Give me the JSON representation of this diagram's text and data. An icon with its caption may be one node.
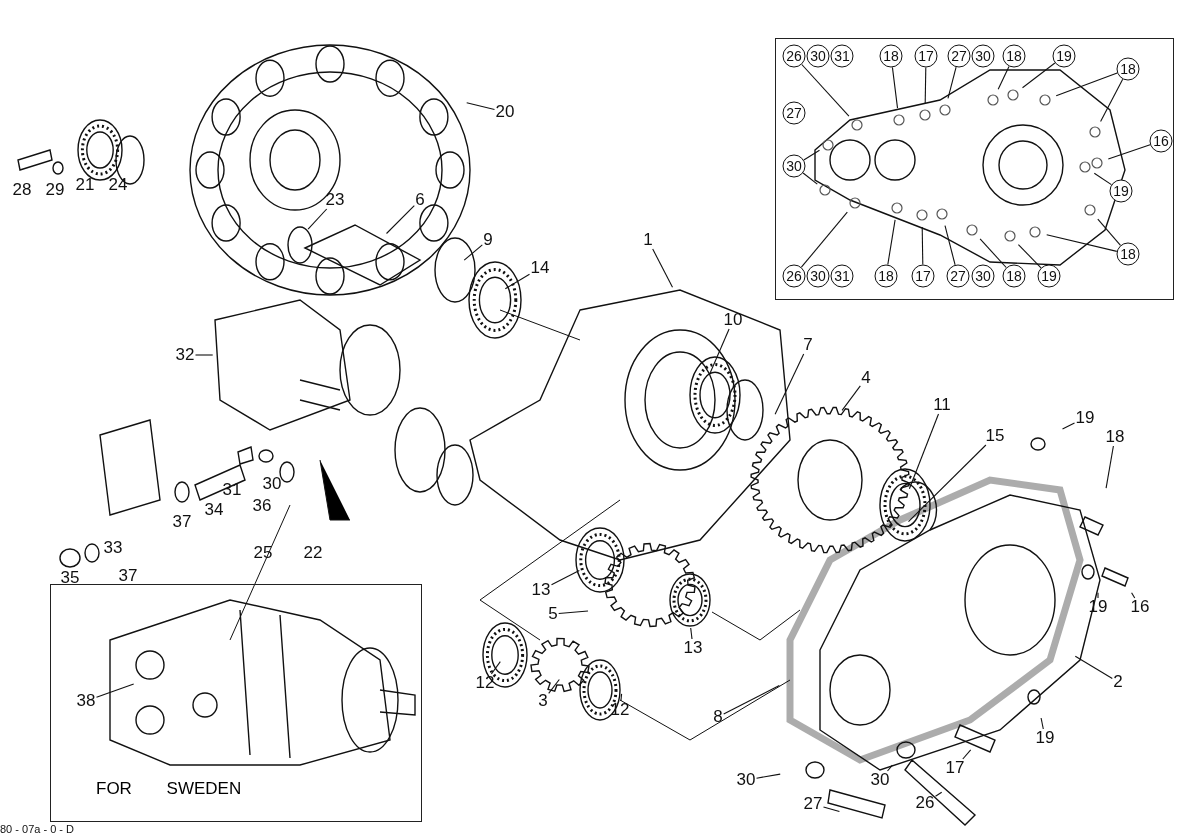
{
  "diagram": {
    "nodes": [
      {
        "text": [
          "20"
        ]
      },
      {
        "text": [
          "23"
        ]
      },
      {
        "text": [
          "6"
        ]
      },
      {
        "text": [
          "9"
        ]
      },
      {
        "text": [
          "14"
        ]
      },
      {
        "text": [
          "1"
        ]
      },
      {
        "text": [
          "32"
        ]
      },
      {
        "text": [
          "10"
        ]
      },
      {
        "text": [
          "7"
        ]
      },
      {
        "text": [
          "4"
        ]
      },
      {
        "text": [
          "11"
        ]
      },
      {
        "text": [
          "15"
        ]
      },
      {
        "text": [
          "19"
        ]
      },
      {
        "text": [
          "18"
        ]
      },
      {
        "text": [
          "13"
        ]
      },
      {
        "text": [
          "5"
        ]
      },
      {
        "text": [
          "13"
        ]
      },
      {
        "text": [
          "12"
        ]
      },
      {
        "text": [
          "3"
        ]
      },
      {
        "text": [
          "12"
        ]
      },
      {
        "text": [
          "8"
        ]
      },
      {
        "text": [
          "2"
        ]
      },
      {
        "text": [
          "16"
        ]
      },
      {
        "text": [
          "19"
        ]
      },
      {
        "text": [
          "19"
        ]
      },
      {
        "text": [
          "17"
        ]
      },
      {
        "text": [
          "30"
        ]
      },
      {
        "text": [
          "30"
        ]
      },
      {
        "text": [
          "27"
        ]
      },
      {
        "text": [
          "26"
        ]
      },
      {
        "text": [
          "FOR SWEDEN"
        ]
      },
      {
        "text": [
          "38"
        ],
        "in": 30
      },
      {
        "text": [],
        "shape": "box"
      },
      {
        "text": [
          "26"
        ],
        "in": 32
      },
      {
        "text": [
          "30"
        ],
        "in": 32
      },
      {
        "text": [
          "31"
        ],
        "in": 32
      },
      {
        "text": [
          "18"
        ],
        "in": 32
      },
      {
        "text": [
          "17"
        ],
        "in": 32
      },
      {
        "text": [
          "27"
        ],
        "in": 32
      },
      {
        "text": [
          "30"
        ],
        "in": 32
      },
      {
        "text": [
          "18"
        ],
        "in": 32
      },
      {
        "text": [
          "19"
        ],
        "in": 32
      },
      {
        "text": [
          "18"
        ],
        "in": 32
      },
      {
        "text": [
          "27"
        ],
        "in": 32
      },
      {
        "text": [
          "30"
        ],
        "in": 32
      },
      {
        "text": [
          "16"
        ],
        "in": 32
      },
      {
        "text": [
          "19"
        ],
        "in": 32
      },
      {
        "text": [
          "18"
        ],
        "in": 32
      },
      {
        "text": [
          "26"
        ],
        "in": 32
      },
      {
        "text": [
          "30"
        ],
        "in": 32
      },
      {
        "text": [
          "31"
        ],
        "in": 32
      },
      {
        "text": [
          "18"
        ],
        "in": 32
      },
      {
        "text": [
          "17"
        ],
        "in": 32
      },
      {
        "text": [
          "27"
        ],
        "in": 32
      },
      {
        "text": [
          "30"
        ],
        "in": 32
      },
      {
        "text": [
          "18"
        ],
        "in": 32
      },
      {
        "text": [
          "19"
        ],
        "in": 32
      }
    ],
    "edges": [
      {
        "from": 0,
        "to": null,
        "arrow": "none"
      },
      {
        "from": 1,
        "to": null,
        "arrow": "none"
      },
      {
        "from": 2,
        "to": null,
        "arrow": "none"
      },
      {
        "from": 3,
        "to": null,
        "arrow": "none"
      },
      {
        "from": 4,
        "to": null,
        "arrow": "none"
      },
      {
        "from": 5,
        "to": null,
        "arrow": "none"
      },
      {
        "from": 6,
        "to": null,
        "arrow": "none"
      },
      {
        "from": 7,
        "to": null,
        "arrow": "none"
      },
      {
        "from": 8,
        "to": null,
        "arrow": "none"
      },
      {
        "from": 9,
        "to": null,
        "arrow": "none"
      },
      {
        "from": 10,
        "to": null,
        "arrow": "none"
      },
      {
        "from": 11,
        "to": null,
        "arrow": "none"
      },
      {
        "from": 12,
        "to": null,
        "arrow": "none"
      },
      {
        "from": 13,
        "to": null,
        "arrow": "none"
      },
      {
        "from": 14,
        "to": null,
        "arrow": "none"
      },
      {
        "from": 15,
        "to": null,
        "arrow": "none"
      },
      {
        "from": 16,
        "to": null,
        "arrow": "none"
      },
      {
        "from": 17,
        "to": null,
        "arrow": "none"
      },
      {
        "from": 18,
        "to": null,
        "arrow": "none"
      },
      {
        "from": 19,
        "to": null,
        "arrow": "none"
      },
      {
        "from": 20,
        "to": null,
        "arrow": "none"
      },
      {
        "from": 21,
        "to": null,
        "arrow": "none"
      },
      {
        "from": 22,
        "to": null,
        "arrow": "none"
      },
      {
        "from": 23,
        "to": null,
        "arrow": "none"
      },
      {
        "from": 24,
        "to": null,
        "arrow": "none"
      },
      {
        "from": 25,
        "to": null,
        "arrow": "none"
      },
      {
        "from": 26,
        "to": null,
        "arrow": "none"
      },
      {
        "from": 27,
        "to": null,
        "arrow": "none"
      },
      {
        "from": 28,
        "to": null,
        "arrow": "none"
      },
      {
        "from": 29,
        "to": null,
        "arrow": "none"
      },
      {
        "from": 31,
        "to": null,
        "arrow": "none"
      },
      {
        "from": 33,
        "to": null,
        "arrow": "none"
      },
      {
        "from": 36,
        "to": null,
        "arrow": "none"
      },
      {
        "from": 37,
        "to": null,
        "arrow": "none"
      },
      {
        "from": 38,
        "to": null,
        "arrow": "none"
      },
      {
        "from": 40,
        "to": null,
        "arrow": "none"
      },
      {
        "from": 41,
        "to": null,
        "arrow": "none"
      },
      {
        "from": 42,
        "to": null,
        "arrow": "none"
      },
      {
        "from": 42,
        "to": null,
        "arrow": "none"
      },
      {
        "from": 44,
        "to": null,
        "arrow": "none"
      },
      {
        "from": 44,
        "to": null,
        "arrow": "none"
      },
      {
        "from": 45,
        "to": null,
        "arrow": "none"
      },
      {
        "from": 46,
        "to": null,
        "arrow": "none"
      },
      {
        "from": 47,
        "to": null,
        "arrow": "none"
      },
      {
        "from": 47,
        "to": null,
        "arrow": "none"
      },
      {
        "from": 48,
        "to": null,
        "arrow": "none"
      },
      {
        "from": 51,
        "to": null,
        "arrow": "none"
      },
      {
        "from": 52,
        "to": null,
        "arrow": "none"
      },
      {
        "from": 53,
        "to": null,
        "arrow": "none"
      },
      {
        "from": 55,
        "to": null,
        "arrow": "none"
      },
      {
        "from": 56,
        "to": null,
        "arrow": "none"
      }
    ],
    "labels": [
      "28",
      "29",
      "21",
      "24",
      "31",
      "30",
      "37",
      "34",
      "36",
      "33",
      "35",
      "37",
      "25",
      "22",
      "80 - 07a - 0 - D"
    ]
  }
}
